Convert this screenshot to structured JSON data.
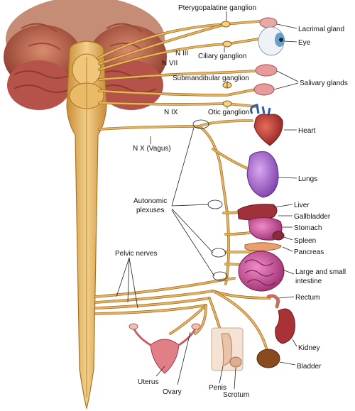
{
  "labels": {
    "pterygopalatine": "Pterygopalatine ganglion",
    "lacrimal": "Lacrimal gland",
    "eye": "Eye",
    "n3": "N III",
    "n7": "N VII",
    "ciliary": "Ciliary ganglion",
    "salivary": "Salivary glands",
    "submandibular": "Submandibular ganglion",
    "n9": "N IX",
    "otic": "Otic ganglion",
    "heart": "Heart",
    "vagus": "N X (Vagus)",
    "lungs": "Lungs",
    "autonomic1": "Autonomic",
    "autonomic2": "plexuses",
    "liver": "Liver",
    "gallbladder": "Gallbladder",
    "stomach": "Stomach",
    "spleen": "Spleen",
    "pancreas": "Pancreas",
    "pelvic": "Pelvic nerves",
    "intestine1": "Large and small",
    "intestine2": "intestine",
    "rectum": "Rectum",
    "kidney": "Kidney",
    "bladder": "Bladder",
    "uterus": "Uterus",
    "ovary": "Ovary",
    "penis": "Penis",
    "scrotum": "Scrotum"
  },
  "colors": {
    "nerve": "#e8b35a",
    "nerve_outline": "#8a5a1a",
    "spinal_cord": "#d9a54e",
    "brain": "#b35a48",
    "heart": "#c0392b",
    "lungs": "#9b59d0",
    "liver": "#a0303a",
    "intestine": "#c2408c",
    "kidney": "#a83236",
    "bladder": "#8a4a20"
  }
}
